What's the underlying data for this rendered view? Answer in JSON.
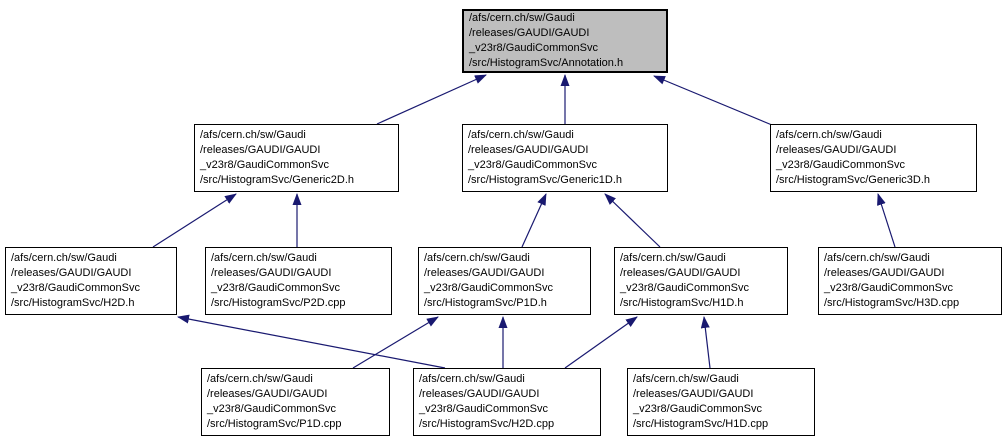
{
  "diagram": {
    "type": "include-dependency-graph",
    "background_color": "#ffffff",
    "node_fill": "#ffffff",
    "node_border_color": "#000000",
    "highlighted_node_fill": "#bebebe",
    "edge_color": "#191970",
    "nodes": [
      {
        "id": "annotation_h",
        "highlighted": true,
        "lines": [
          "/afs/cern.ch/sw/Gaudi",
          "/releases/GAUDI/GAUDI",
          "_v23r8/GaudiCommonSvc",
          "/src/HistogramSvc/Annotation.h"
        ]
      },
      {
        "id": "generic2d_h",
        "highlighted": false,
        "lines": [
          "/afs/cern.ch/sw/Gaudi",
          "/releases/GAUDI/GAUDI",
          "_v23r8/GaudiCommonSvc",
          "/src/HistogramSvc/Generic2D.h"
        ]
      },
      {
        "id": "generic1d_h",
        "highlighted": false,
        "lines": [
          "/afs/cern.ch/sw/Gaudi",
          "/releases/GAUDI/GAUDI",
          "_v23r8/GaudiCommonSvc",
          "/src/HistogramSvc/Generic1D.h"
        ]
      },
      {
        "id": "generic3d_h",
        "highlighted": false,
        "lines": [
          "/afs/cern.ch/sw/Gaudi",
          "/releases/GAUDI/GAUDI",
          "_v23r8/GaudiCommonSvc",
          "/src/HistogramSvc/Generic3D.h"
        ]
      },
      {
        "id": "h2d_h",
        "highlighted": false,
        "lines": [
          "/afs/cern.ch/sw/Gaudi",
          "/releases/GAUDI/GAUDI",
          "_v23r8/GaudiCommonSvc",
          "/src/HistogramSvc/H2D.h"
        ]
      },
      {
        "id": "p2d_cpp",
        "highlighted": false,
        "lines": [
          "/afs/cern.ch/sw/Gaudi",
          "/releases/GAUDI/GAUDI",
          "_v23r8/GaudiCommonSvc",
          "/src/HistogramSvc/P2D.cpp"
        ]
      },
      {
        "id": "p1d_h",
        "highlighted": false,
        "lines": [
          "/afs/cern.ch/sw/Gaudi",
          "/releases/GAUDI/GAUDI",
          "_v23r8/GaudiCommonSvc",
          "/src/HistogramSvc/P1D.h"
        ]
      },
      {
        "id": "h1d_h",
        "highlighted": false,
        "lines": [
          "/afs/cern.ch/sw/Gaudi",
          "/releases/GAUDI/GAUDI",
          "_v23r8/GaudiCommonSvc",
          "/src/HistogramSvc/H1D.h"
        ]
      },
      {
        "id": "h3d_cpp",
        "highlighted": false,
        "lines": [
          "/afs/cern.ch/sw/Gaudi",
          "/releases/GAUDI/GAUDI",
          "_v23r8/GaudiCommonSvc",
          "/src/HistogramSvc/H3D.cpp"
        ]
      },
      {
        "id": "p1d_cpp",
        "highlighted": false,
        "lines": [
          "/afs/cern.ch/sw/Gaudi",
          "/releases/GAUDI/GAUDI",
          "_v23r8/GaudiCommonSvc",
          "/src/HistogramSvc/P1D.cpp"
        ]
      },
      {
        "id": "h2d_cpp",
        "highlighted": false,
        "lines": [
          "/afs/cern.ch/sw/Gaudi",
          "/releases/GAUDI/GAUDI",
          "_v23r8/GaudiCommonSvc",
          "/src/HistogramSvc/H2D.cpp"
        ]
      },
      {
        "id": "h1d_cpp",
        "highlighted": false,
        "lines": [
          "/afs/cern.ch/sw/Gaudi",
          "/releases/GAUDI/GAUDI",
          "_v23r8/GaudiCommonSvc",
          "/src/HistogramSvc/H1D.cpp"
        ]
      }
    ],
    "edges": [
      {
        "from": "generic2d_h",
        "to": "annotation_h"
      },
      {
        "from": "generic1d_h",
        "to": "annotation_h"
      },
      {
        "from": "generic3d_h",
        "to": "annotation_h"
      },
      {
        "from": "h2d_h",
        "to": "generic2d_h"
      },
      {
        "from": "p2d_cpp",
        "to": "generic2d_h"
      },
      {
        "from": "p1d_h",
        "to": "generic1d_h"
      },
      {
        "from": "h1d_h",
        "to": "generic1d_h"
      },
      {
        "from": "h3d_cpp",
        "to": "generic3d_h"
      },
      {
        "from": "p1d_cpp",
        "to": "p1d_h"
      },
      {
        "from": "h2d_cpp",
        "to": "h2d_h"
      },
      {
        "from": "h2d_cpp",
        "to": "p1d_h"
      },
      {
        "from": "h2d_cpp",
        "to": "h1d_h"
      },
      {
        "from": "h1d_cpp",
        "to": "h1d_h"
      }
    ]
  }
}
